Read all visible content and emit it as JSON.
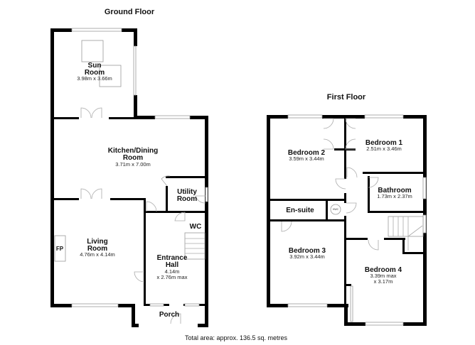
{
  "ground_floor": {
    "title": "Ground Floor",
    "rooms": [
      {
        "name": "Sun Room",
        "line1": "Sun",
        "line2": "Room",
        "dims": "3.98m x 3.66m"
      },
      {
        "name": "Kitchen/Dining Room",
        "line1": "Kitchen/Dining",
        "line2": "Room",
        "dims": "3.71m x 7.00m"
      },
      {
        "name": "Utility Room",
        "line1": "Utility",
        "line2": "Room"
      },
      {
        "name": "WC",
        "line1": "WC"
      },
      {
        "name": "Living Room",
        "line1": "Living",
        "line2": "Room",
        "dims": "4.76m x 4.14m"
      },
      {
        "name": "Entrance Hall",
        "line1": "Entrance",
        "line2": "Hall",
        "dims": "4.14m",
        "dims2": "x 2.76m max"
      },
      {
        "name": "Porch",
        "line1": "Porch"
      }
    ],
    "fireplace": "FP"
  },
  "first_floor": {
    "title": "First Floor",
    "rooms": [
      {
        "name": "Bedroom 2",
        "dims": "3.59m x 3.44m"
      },
      {
        "name": "Bedroom 1",
        "dims": "2.51m x 3.46m"
      },
      {
        "name": "Bathroom",
        "dims": "1.73m x 2.37m"
      },
      {
        "name": "En-suite"
      },
      {
        "name": "Bedroom 3",
        "dims": "3.92m x 3.44m"
      },
      {
        "name": "Bedroom 4",
        "dims": "3.39m max",
        "dims2": "x 3.17m"
      }
    ],
    "cylinder": "HWC"
  },
  "footer": "Total area: approx. 136.5 sq. metres"
}
